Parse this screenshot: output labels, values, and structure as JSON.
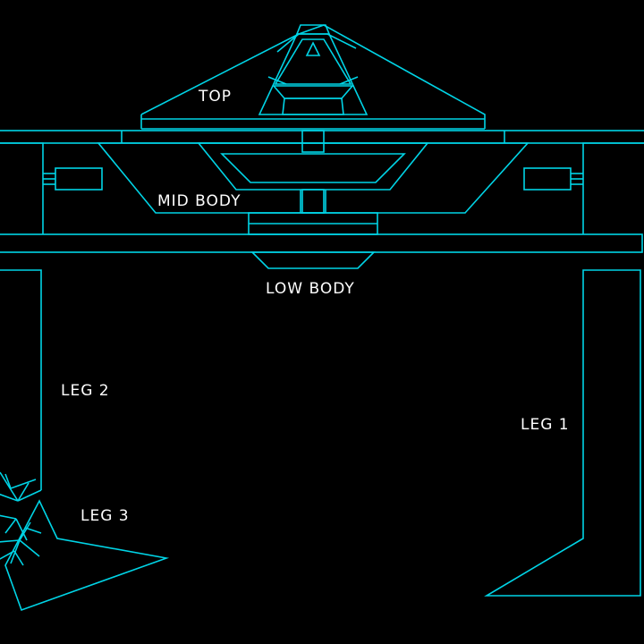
{
  "colors": {
    "background": "#000000",
    "line": "#00d4e6",
    "label": "#ffffff"
  },
  "parts": {
    "top": "TOP",
    "mid_body": "MID BODY",
    "low_body": "LOW BODY",
    "leg_1": "LEG 1",
    "leg_2": "LEG 2",
    "leg_3": "LEG 3"
  }
}
